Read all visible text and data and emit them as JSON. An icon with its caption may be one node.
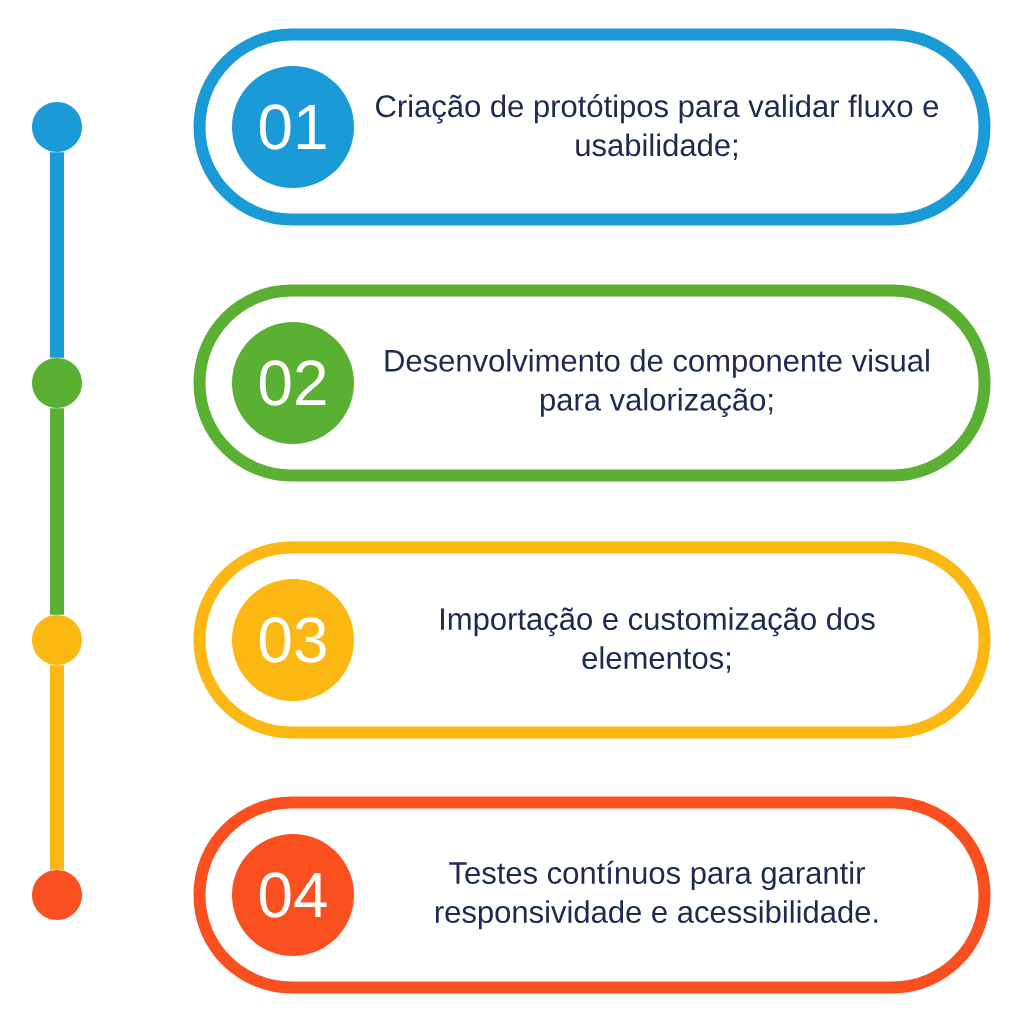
{
  "diagram": {
    "nodes": [
      {
        "text": [
          "Criação de protótipos para validar fluxo e usabilidade;"
        ]
      },
      {
        "text": [
          "01"
        ],
        "in": 0
      },
      {
        "text": [
          "Desenvolvimento de componente visual para valorização;"
        ]
      },
      {
        "text": [
          "02"
        ],
        "in": 2
      },
      {
        "text": [
          "Importação e customização dos elementos;"
        ]
      },
      {
        "text": [
          "03"
        ],
        "in": 4
      },
      {
        "text": [
          "Testes contínuos para garantir responsividade e acessibilidade."
        ]
      },
      {
        "text": [
          "04"
        ],
        "in": 6
      },
      {
        "text": [],
        "shape": "circle"
      },
      {
        "text": [],
        "shape": "circle"
      },
      {
        "text": [],
        "shape": "circle"
      },
      {
        "text": [],
        "shape": "circle"
      }
    ],
    "edges": [
      {
        "from": 8,
        "to": 9,
        "arrow": "none",
        "color": "#1a9ad6"
      },
      {
        "from": 9,
        "to": 10,
        "arrow": "none",
        "color": "#5ab033"
      },
      {
        "from": 10,
        "to": 11,
        "arrow": "none",
        "color": "#fbb812"
      }
    ]
  }
}
